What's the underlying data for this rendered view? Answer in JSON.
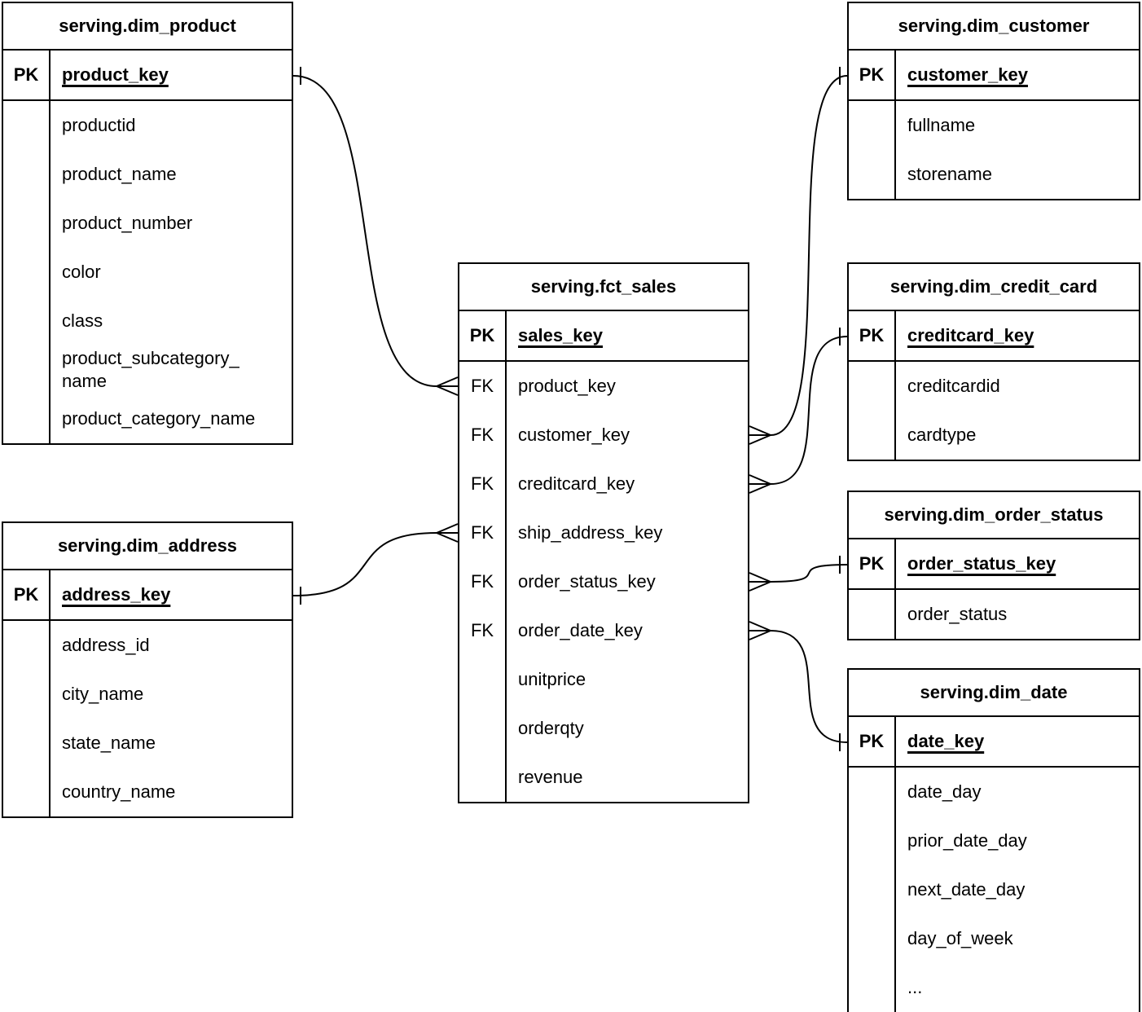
{
  "colors": {
    "line": "#000000",
    "text": "#000000",
    "table_fill": "#ffffff",
    "background": "#ffffff"
  },
  "notation": {
    "many_marker": "crow-foot",
    "one_marker": "tick"
  },
  "tables": [
    {
      "id": "dim_product",
      "title": "serving.dim_product",
      "key_badge": "PK",
      "key_field": "product_key",
      "rows": [
        {
          "badge": "",
          "field": "productid"
        },
        {
          "badge": "",
          "field": "product_name"
        },
        {
          "badge": "",
          "field": "product_number"
        },
        {
          "badge": "",
          "field": "color"
        },
        {
          "badge": "",
          "field": "class"
        },
        {
          "badge": "",
          "field": "product_subcategory_\nname"
        },
        {
          "badge": "",
          "field": "product_category_name"
        }
      ]
    },
    {
      "id": "dim_customer",
      "title": "serving.dim_customer",
      "key_badge": "PK",
      "key_field": "customer_key",
      "rows": [
        {
          "badge": "",
          "field": "fullname"
        },
        {
          "badge": "",
          "field": "storename"
        }
      ]
    },
    {
      "id": "fct_sales",
      "title": "serving.fct_sales",
      "key_badge": "PK",
      "key_field": "sales_key",
      "rows": [
        {
          "badge": "FK",
          "field": "product_key"
        },
        {
          "badge": "FK",
          "field": "customer_key"
        },
        {
          "badge": "FK",
          "field": "creditcard_key"
        },
        {
          "badge": "FK",
          "field": "ship_address_key"
        },
        {
          "badge": "FK",
          "field": "order_status_key"
        },
        {
          "badge": "FK",
          "field": "order_date_key"
        },
        {
          "badge": "",
          "field": "unitprice"
        },
        {
          "badge": "",
          "field": "orderqty"
        },
        {
          "badge": "",
          "field": "revenue"
        }
      ]
    },
    {
      "id": "dim_credit_card",
      "title": "serving.dim_credit_card",
      "key_badge": "PK",
      "key_field": "creditcard_key",
      "rows": [
        {
          "badge": "",
          "field": "creditcardid"
        },
        {
          "badge": "",
          "field": "cardtype"
        }
      ]
    },
    {
      "id": "dim_order_status",
      "title": "serving.dim_order_status",
      "key_badge": "PK",
      "key_field": "order_status_key",
      "rows": [
        {
          "badge": "",
          "field": "order_status"
        }
      ]
    },
    {
      "id": "dim_date",
      "title": "serving.dim_date",
      "key_badge": "PK",
      "key_field": "date_key",
      "rows": [
        {
          "badge": "",
          "field": "date_day"
        },
        {
          "badge": "",
          "field": "prior_date_day"
        },
        {
          "badge": "",
          "field": "next_date_day"
        },
        {
          "badge": "",
          "field": "day_of_week"
        },
        {
          "badge": "",
          "field": "..."
        }
      ]
    },
    {
      "id": "dim_address",
      "title": "serving.dim_address",
      "key_badge": "PK",
      "key_field": "address_key",
      "rows": [
        {
          "badge": "",
          "field": "address_id"
        },
        {
          "badge": "",
          "field": "city_name"
        },
        {
          "badge": "",
          "field": "state_name"
        },
        {
          "badge": "",
          "field": "country_name"
        }
      ]
    }
  ],
  "relationships": [
    {
      "from_table": "fct_sales",
      "from_field": "product_key",
      "from_cardinality": "many",
      "to_table": "dim_product",
      "to_field": "product_key",
      "to_cardinality": "one"
    },
    {
      "from_table": "fct_sales",
      "from_field": "customer_key",
      "from_cardinality": "many",
      "to_table": "dim_customer",
      "to_field": "customer_key",
      "to_cardinality": "one"
    },
    {
      "from_table": "fct_sales",
      "from_field": "creditcard_key",
      "from_cardinality": "many",
      "to_table": "dim_credit_card",
      "to_field": "creditcard_key",
      "to_cardinality": "one"
    },
    {
      "from_table": "fct_sales",
      "from_field": "ship_address_key",
      "from_cardinality": "many",
      "to_table": "dim_address",
      "to_field": "address_key",
      "to_cardinality": "one"
    },
    {
      "from_table": "fct_sales",
      "from_field": "order_status_key",
      "from_cardinality": "many",
      "to_table": "dim_order_status",
      "to_field": "order_status_key",
      "to_cardinality": "one"
    },
    {
      "from_table": "fct_sales",
      "from_field": "order_date_key",
      "from_cardinality": "many",
      "to_table": "dim_date",
      "to_field": "date_key",
      "to_cardinality": "one"
    }
  ]
}
